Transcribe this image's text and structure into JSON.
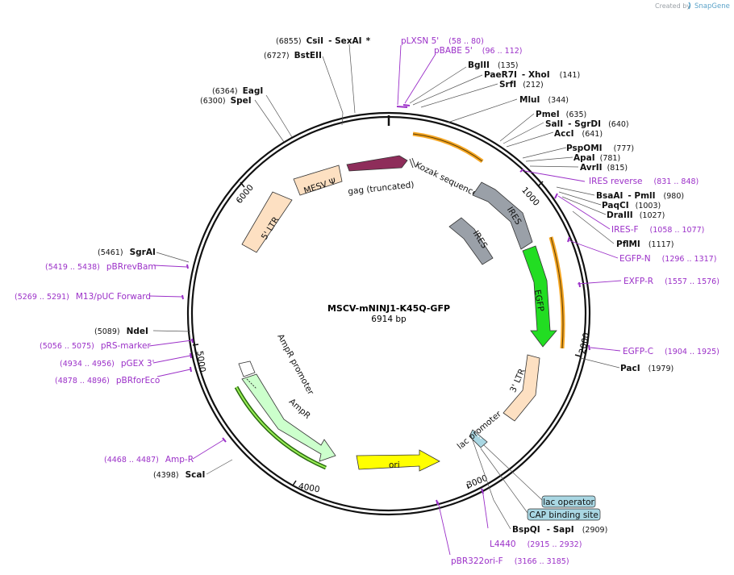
{
  "header": {
    "credit_prefix": "Created by",
    "credit_brand": "SnapGene"
  },
  "plasmid": {
    "name": "MSCV-mNINJ1-K45Q-GFP",
    "size": "6914 bp",
    "total_bp": 6914
  },
  "ticks": [
    "1000",
    "2000",
    "3000",
    "4000",
    "5000",
    "6000"
  ],
  "sites": [
    {
      "id": "csii",
      "pos": "(6855)",
      "name": "CsiI",
      "name2": "SexAI",
      "star": "*"
    },
    {
      "id": "bstEII",
      "pos": "(6727)",
      "name": "BstEII"
    },
    {
      "id": "eagi",
      "pos": "(6364)",
      "name": "EagI"
    },
    {
      "id": "spei",
      "pos": "(6300)",
      "name": "SpeI"
    },
    {
      "id": "bglii",
      "pos": "(135)",
      "name": "BglII"
    },
    {
      "id": "paer7i",
      "pos": "(141)",
      "name": "PaeR7I",
      "name2": "XhoI"
    },
    {
      "id": "srfi",
      "pos": "(212)",
      "name": "SrfI"
    },
    {
      "id": "mlui",
      "pos": "(344)",
      "name": "MluI"
    },
    {
      "id": "pmei",
      "pos": "(635)",
      "name": "PmeI"
    },
    {
      "id": "sali",
      "pos": "(640)",
      "name": "SalI",
      "name2": "SgrDI"
    },
    {
      "id": "acci",
      "pos": "(641)",
      "name": "AccI"
    },
    {
      "id": "pspomi",
      "pos": "(777)",
      "name": "PspOMI"
    },
    {
      "id": "apai",
      "pos": "(781)",
      "name": "ApaI"
    },
    {
      "id": "avrii",
      "pos": "(815)",
      "name": "AvrII"
    },
    {
      "id": "bsaai",
      "pos": "(980)",
      "name": "BsaAI",
      "name2": "PmlI"
    },
    {
      "id": "paqci",
      "pos": "(1003)",
      "name": "PaqCI"
    },
    {
      "id": "draiii",
      "pos": "(1027)",
      "name": "DraIII"
    },
    {
      "id": "pflmi",
      "pos": "(1117)",
      "name": "PflMI"
    },
    {
      "id": "paci",
      "pos": "(1979)",
      "name": "PacI"
    },
    {
      "id": "bspqi",
      "pos": "(2909)",
      "name": "BspQI",
      "name2": "SapI"
    },
    {
      "id": "scai",
      "pos": "(4398)",
      "name": "ScaI"
    },
    {
      "id": "ndei",
      "pos": "(5089)",
      "name": "NdeI"
    },
    {
      "id": "sgrai",
      "pos": "(5461)",
      "name": "SgrAI"
    }
  ],
  "primers": [
    {
      "id": "plxsn",
      "name": "pLXSN 5'",
      "range": "(58 .. 80)"
    },
    {
      "id": "pbabe",
      "name": "pBABE 5'",
      "range": "(96 .. 112)"
    },
    {
      "id": "iresrev",
      "name": "IRES reverse",
      "range": "(831 .. 848)"
    },
    {
      "id": "iresf",
      "name": "IRES-F",
      "range": "(1058 .. 1077)"
    },
    {
      "id": "egfpn",
      "name": "EGFP-N",
      "range": "(1296 .. 1317)"
    },
    {
      "id": "exfpr",
      "name": "EXFP-R",
      "range": "(1557 .. 1576)"
    },
    {
      "id": "egfpc",
      "name": "EGFP-C",
      "range": "(1904 .. 1925)"
    },
    {
      "id": "l4440",
      "name": "L4440",
      "range": "(2915 .. 2932)"
    },
    {
      "id": "pbr322",
      "name": "pBR322ori-F",
      "range": "(3166 .. 3185)"
    },
    {
      "id": "ampr",
      "name": "Amp-R",
      "range": "(4468 .. 4487)"
    },
    {
      "id": "pbrforeco",
      "name": "pBRforEco",
      "range": "(4878 .. 4896)"
    },
    {
      "id": "pgex3",
      "name": "pGEX 3'",
      "range": "(4934 .. 4956)"
    },
    {
      "id": "prsmarker",
      "name": "pRS-marker",
      "range": "(5056 .. 5075)"
    },
    {
      "id": "m13",
      "name": "M13/pUC Forward",
      "range": "(5269 .. 5291)"
    },
    {
      "id": "pbrrevbam",
      "name": "pBRrevBam",
      "range": "(5419 .. 5438)"
    }
  ],
  "features": {
    "gag": "gag (truncated)",
    "kozak": "Kozak sequence",
    "ires1": "IRES",
    "ires2": "IRES",
    "egfp": "EGFP",
    "ltr3": "3' LTR",
    "lac_promoter": "lac promoter",
    "ori": "ori",
    "ampr": "AmpR",
    "ampr_promoter": "AmpR promoter",
    "ltr5": "5' LTR",
    "mesv": "MESV Ψ",
    "lac_operator": "lac operator",
    "cap_site": "CAP binding site"
  },
  "colors": {
    "gag": "#8e2d5a",
    "ires": "#9aa0a8",
    "egfp": "#22dd22",
    "ltr": "#fde0c2",
    "ori": "#ffff00",
    "ampr": "#ccffcc",
    "primer": "#9b30c8",
    "orange": "#f5a623",
    "box": "#a9d7e3"
  }
}
